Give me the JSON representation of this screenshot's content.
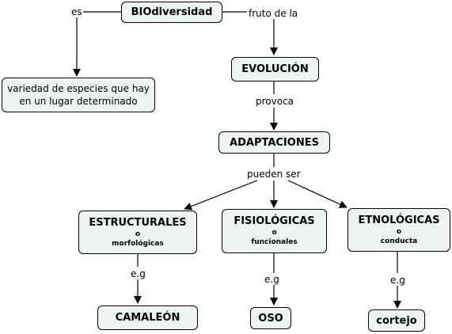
{
  "nodes": {
    "biodiversidad": "BIOdiversidad",
    "variedad": "variedad de especies que hay en un lugar determinado",
    "evolucion": "EVOLUCIÓN",
    "adaptaciones": "ADAPTACIONES",
    "estructurales": {
      "title": "ESTRUCTURALES",
      "connector": "o",
      "subtitle": "morfológicas"
    },
    "fisiologicas": {
      "title": "FISIOLÓGICAS",
      "connector": "o",
      "subtitle": "funcionales"
    },
    "etnologicas": {
      "title": "ETNOLÓGICAS",
      "connector": "o",
      "subtitle": "conducta"
    },
    "camaleon": "CAMALEÓN",
    "oso": "OSO",
    "cortejo": "cortejo"
  },
  "links": {
    "es": "es",
    "fruto": "fruto de la",
    "provoca": "provoca",
    "pueden_ser": "pueden ser",
    "eg1": "e.g",
    "eg2": "e.g",
    "eg3": "e.g"
  },
  "colors": {
    "node_fill": "#eef3f4",
    "stroke": "#000000"
  }
}
